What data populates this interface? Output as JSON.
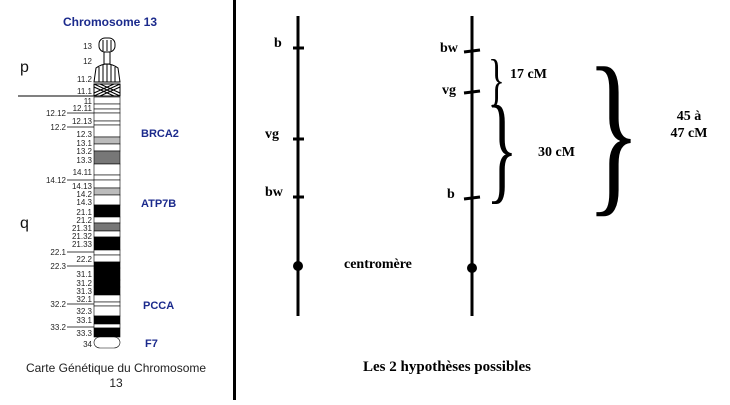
{
  "chromosome": {
    "title": "Chromosome 13",
    "arm_p": "p",
    "arm_q": "q",
    "caption_line1": "Carte Génétique du Chromosome",
    "caption_line2": "13",
    "bands": [
      {
        "label": "13"
      },
      {
        "label": "12"
      },
      {
        "label": "11.2"
      },
      {
        "label": "11.1"
      },
      {
        "label": "11"
      },
      {
        "label": "12.11"
      },
      {
        "label": "12.12"
      },
      {
        "label": "12.13"
      },
      {
        "label": "12.2"
      },
      {
        "label": "12.3"
      },
      {
        "label": "13.1"
      },
      {
        "label": "13.2"
      },
      {
        "label": "13.3"
      },
      {
        "label": "14.11"
      },
      {
        "label": "14.12"
      },
      {
        "label": "14.13"
      },
      {
        "label": "14.2"
      },
      {
        "label": "14.3"
      },
      {
        "label": "21.1"
      },
      {
        "label": "21.2"
      },
      {
        "label": "21.31"
      },
      {
        "label": "21.32"
      },
      {
        "label": "21.33"
      },
      {
        "label": "22.1"
      },
      {
        "label": "22.2"
      },
      {
        "label": "22.3"
      },
      {
        "label": "31.1"
      },
      {
        "label": "31.2"
      },
      {
        "label": "31.3"
      },
      {
        "label": "32.1"
      },
      {
        "label": "32.2"
      },
      {
        "label": "32.3"
      },
      {
        "label": "33.1"
      },
      {
        "label": "33.2"
      },
      {
        "label": "33.3"
      },
      {
        "label": "34"
      }
    ],
    "genes": [
      "BRCA2",
      "ATP7B",
      "PCCA",
      "F7"
    ],
    "colors": {
      "gene_label": "#1b2a8c",
      "dark_band": "#000000",
      "grey_band": "#777777"
    }
  },
  "hypotheses": {
    "caption": "Les 2 hypothèses possibles",
    "hypothesis1": {
      "markers": [
        "b",
        "vg",
        "bw"
      ],
      "centromere_label": "centromère"
    },
    "hypothesis2": {
      "markers": [
        "bw",
        "vg",
        "b"
      ],
      "distances": [
        "17 cM",
        "30 cM"
      ],
      "total_line1": "45 à",
      "total_line2": "47 cM"
    }
  }
}
